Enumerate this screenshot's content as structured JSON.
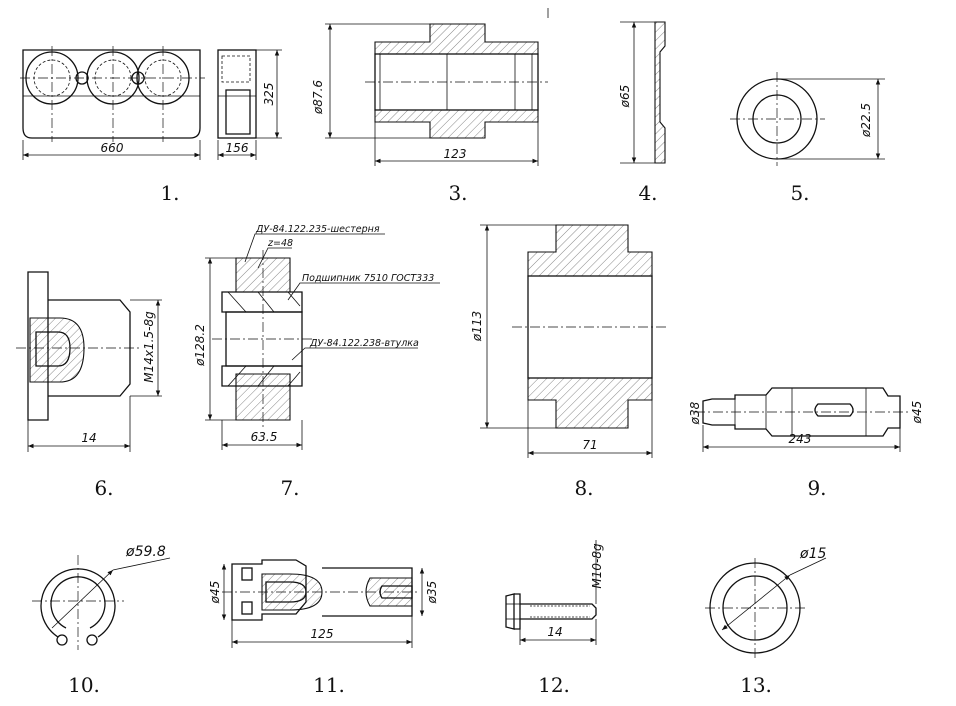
{
  "figures": [
    {
      "number": "1.",
      "dims": [
        "660",
        "156",
        "325"
      ]
    },
    {
      "number": "3.",
      "dims": [
        "ø87.6",
        "123"
      ]
    },
    {
      "number": "4.",
      "dims": [
        "ø65"
      ]
    },
    {
      "number": "5.",
      "dims": [
        "ø22.5"
      ]
    },
    {
      "number": "6.",
      "dims": [
        "M14x1.5-8g",
        "14"
      ]
    },
    {
      "number": "7.",
      "dims": [
        "ø128.2",
        "63.5"
      ],
      "annotations": [
        "ДУ-84.122.235-шестерня",
        "z=48",
        "Подшипник 7510 ГОСТ333",
        "ДУ-84.122.238-втулка"
      ]
    },
    {
      "number": "8.",
      "dims": [
        "ø113",
        "71"
      ]
    },
    {
      "number": "9.",
      "dims": [
        "ø38",
        "243",
        "ø45"
      ]
    },
    {
      "number": "10.",
      "dims": [
        "ø59.8"
      ]
    },
    {
      "number": "11.",
      "dims": [
        "ø45",
        "125",
        "ø35"
      ]
    },
    {
      "number": "12.",
      "dims": [
        "M10-8g",
        "14"
      ]
    },
    {
      "number": "13.",
      "dims": [
        "ø15"
      ]
    }
  ]
}
